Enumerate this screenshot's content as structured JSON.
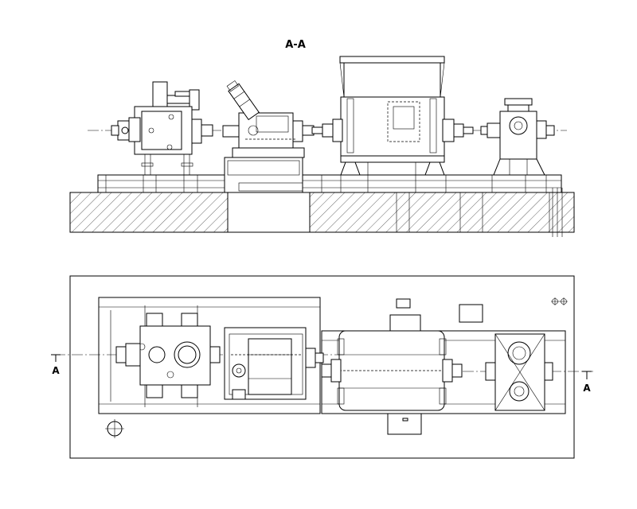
{
  "section_title": "A-A",
  "section_marker_left": "A",
  "section_marker_right": "A"
}
